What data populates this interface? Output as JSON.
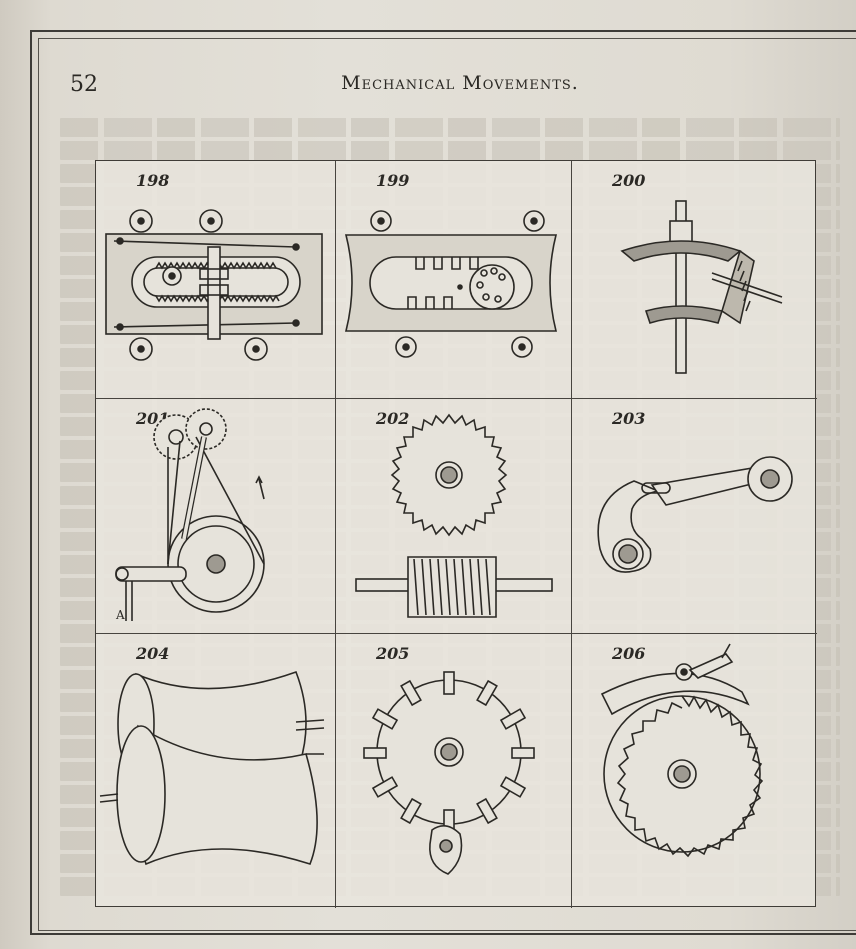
{
  "page": {
    "number": "52",
    "title": "Mechanical Movements."
  },
  "figures": [
    {
      "number": "198",
      "icon": "rack-and-pinion-frame"
    },
    {
      "number": "199",
      "icon": "segment-gear-rack"
    },
    {
      "number": "200",
      "icon": "bevel-gear-pair"
    },
    {
      "number": "201",
      "icon": "gear-train-belt-crank"
    },
    {
      "number": "202",
      "icon": "worm-and-wheel"
    },
    {
      "number": "203",
      "icon": "curved-slot-crank"
    },
    {
      "number": "204",
      "icon": "hyperboloid-rollers"
    },
    {
      "number": "205",
      "icon": "pin-wheel-cam"
    },
    {
      "number": "206",
      "icon": "ratchet-wheel-pawl"
    }
  ],
  "figure_201": {
    "label_a": "A"
  },
  "colors": {
    "ink": "#2b2925",
    "paper": "#e3e0d8",
    "shade": "#9e9a91"
  }
}
